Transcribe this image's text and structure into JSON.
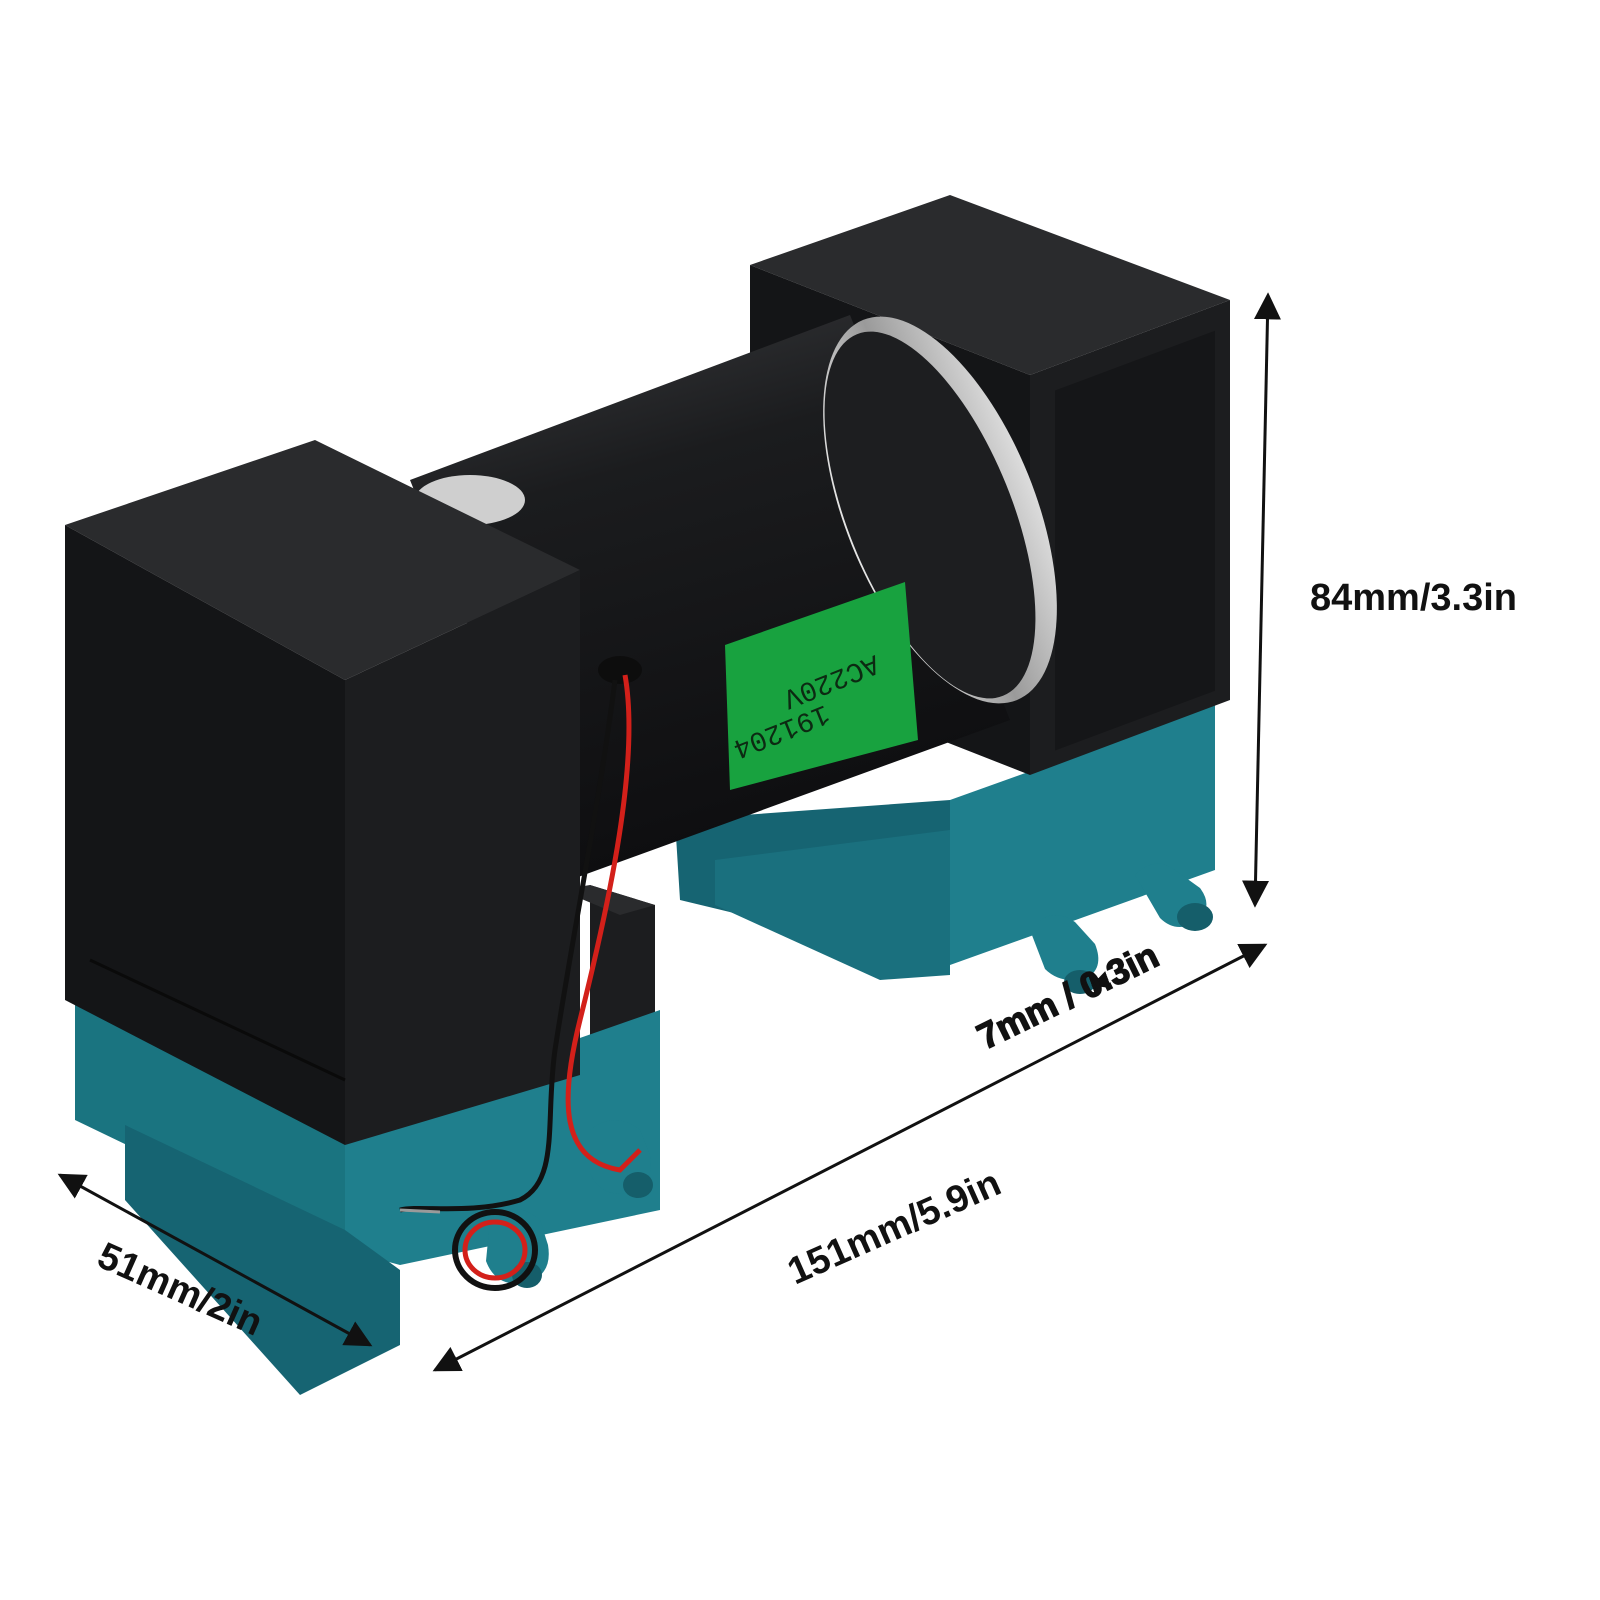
{
  "dimensions": {
    "height_label": "84mm/3.3in",
    "length_label": "151mm/5.9in",
    "width_label": "51mm/2in",
    "port_label": "7mm / 0.3in"
  },
  "product": {
    "label_line1": "AC220V",
    "label_line2": "191204",
    "colors": {
      "housing": "#1c1d1f",
      "housing_top": "#2a2b2d",
      "base": "#1f7f8d",
      "base_dark": "#166472",
      "cylinder": "#1a1b1d",
      "sticker": "#18a23f",
      "wire_red": "#d3201a",
      "wire_black": "#111111",
      "arrow": "#111111"
    }
  }
}
